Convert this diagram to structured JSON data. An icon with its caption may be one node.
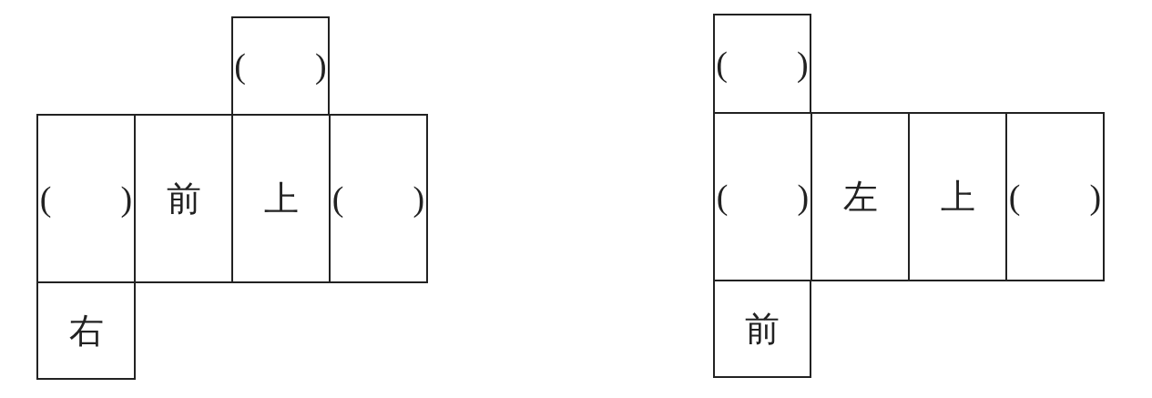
{
  "diagram": {
    "nodes": [
      {
        "text": [
          "(　　)"
        ]
      },
      {
        "text": [
          "(　　)"
        ]
      },
      {
        "text": [
          "前"
        ]
      },
      {
        "text": [
          "上"
        ]
      },
      {
        "text": [
          "(　　)"
        ]
      },
      {
        "text": [
          "右"
        ]
      },
      {
        "text": [
          "(　　)"
        ]
      },
      {
        "text": [
          "(　　)"
        ]
      },
      {
        "text": [
          "左"
        ]
      },
      {
        "text": [
          "上"
        ]
      },
      {
        "text": [
          "(　　)"
        ]
      },
      {
        "text": [
          "前"
        ]
      }
    ]
  }
}
